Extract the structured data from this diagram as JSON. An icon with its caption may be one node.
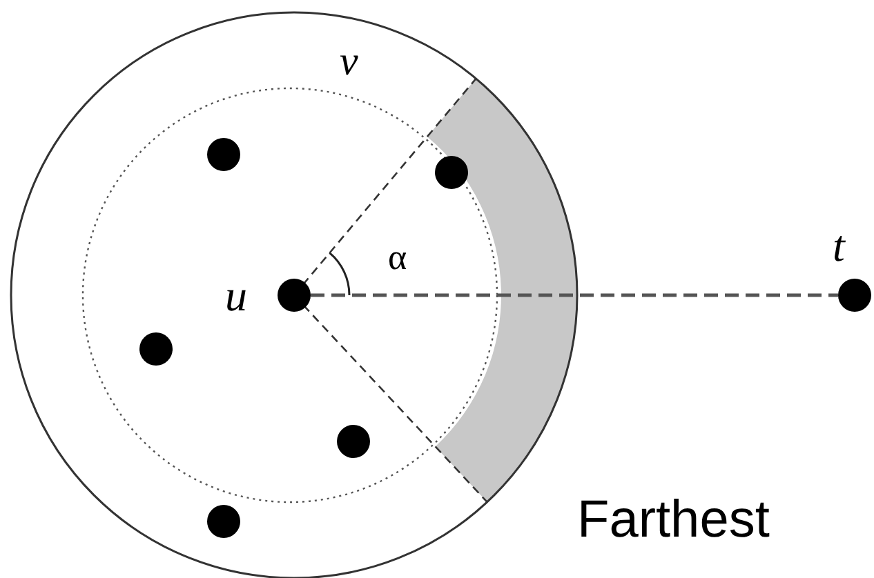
{
  "diagram": {
    "nodes": [
      {
        "text": [],
        "shape": "circle"
      },
      {
        "text": [],
        "shape": "circle"
      },
      {
        "text": [],
        "shape": "circle",
        "beside": [
          "u"
        ]
      },
      {
        "text": [],
        "shape": "circle"
      },
      {
        "text": [],
        "shape": "circle"
      },
      {
        "text": [],
        "shape": "circle"
      },
      {
        "text": [],
        "shape": "circle",
        "beside": [
          "t"
        ]
      }
    ],
    "edges": [
      {
        "from": 2,
        "to": 6,
        "arrow": "none",
        "style": "dashed"
      }
    ],
    "labels": [
      "v",
      "α",
      "Farthest"
    ]
  }
}
